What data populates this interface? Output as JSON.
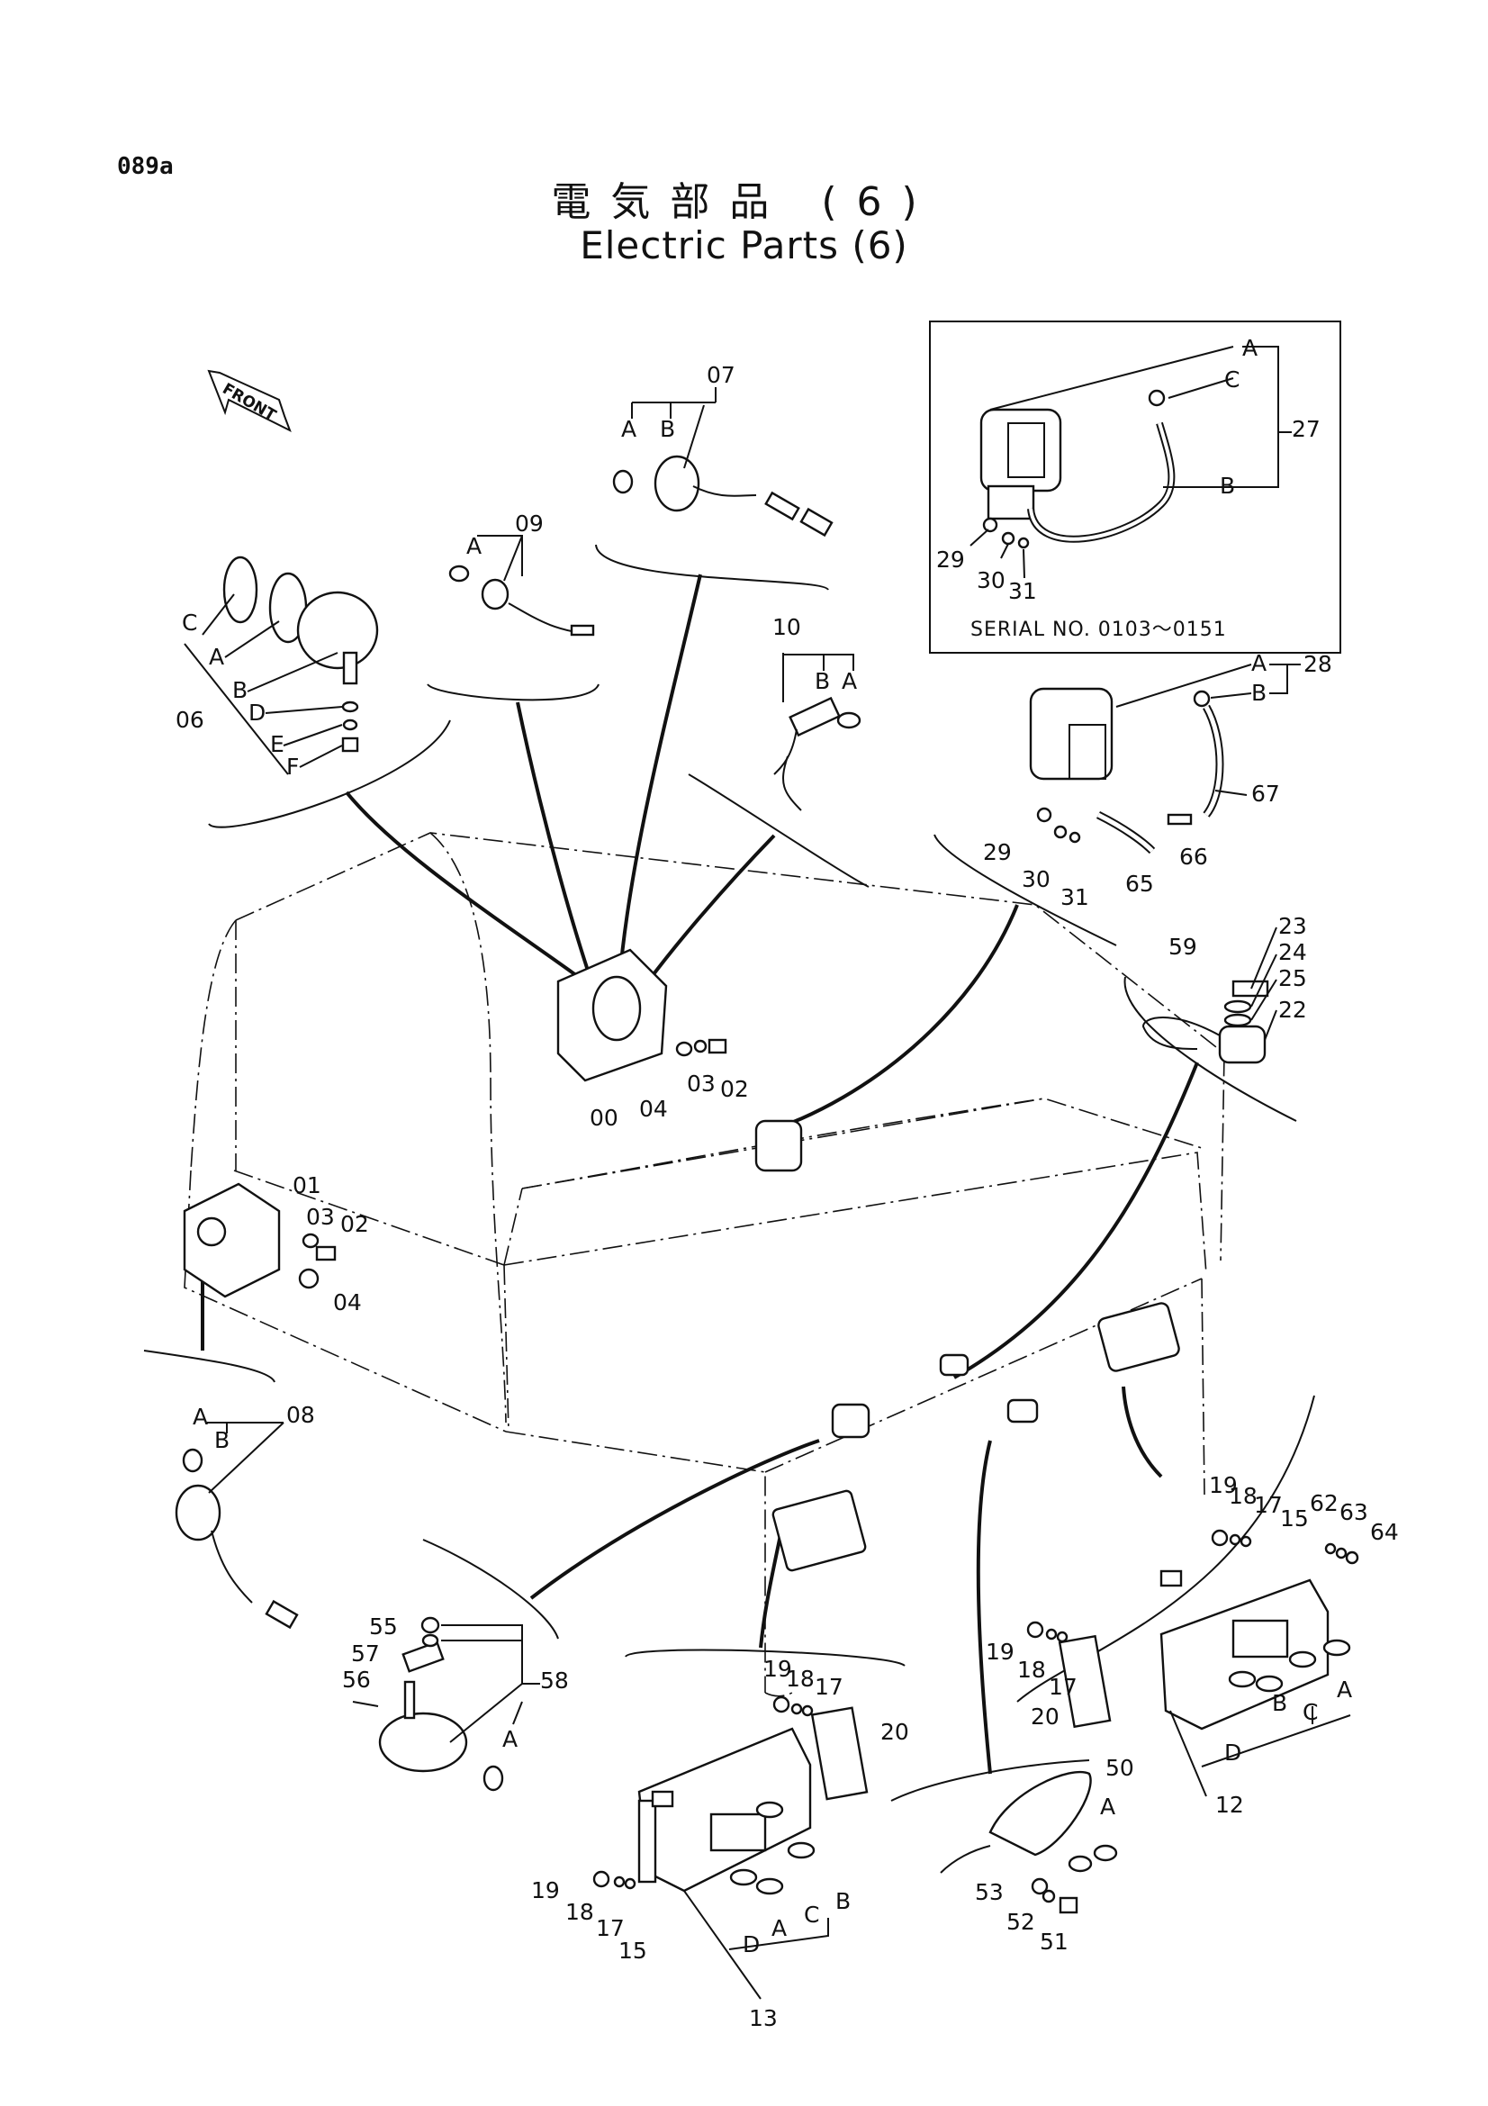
{
  "page_code": "089a",
  "title_jp": "電気部品 (6)",
  "title_en": "Electric Parts (6)",
  "front_label": "FRONT",
  "serial_note": "SERIAL NO. 0103～0151",
  "labels": {
    "p00": "00",
    "p01": "01",
    "p02a": "02",
    "p02b": "02",
    "p03a": "03",
    "p03b": "03",
    "p04a": "04",
    "p04b": "04",
    "p06": "06",
    "p07": "07",
    "p08": "08",
    "p09": "09",
    "p10": "10",
    "p12": "12",
    "p13": "13",
    "p15a": "15",
    "p15b": "15",
    "p17a": "17",
    "p17b": "17",
    "p17c": "17",
    "p18a": "18",
    "p18b": "18",
    "p18c": "18",
    "p18d": "18",
    "p19a": "19",
    "p19b": "19",
    "p19c": "19",
    "p19d": "19",
    "p20a": "20",
    "p20b": "20",
    "p22": "22",
    "p23": "23",
    "p24": "24",
    "p25": "25",
    "p27": "27",
    "p28": "28",
    "p29a": "29",
    "p29b": "29",
    "p30a": "30",
    "p30b": "30",
    "p31a": "31",
    "p31b": "31",
    "p50": "50",
    "p51": "51",
    "p52": "52",
    "p53": "53",
    "p55": "55",
    "p56": "56",
    "p57": "57",
    "p58": "58",
    "p59": "59",
    "p62": "62",
    "p63": "63",
    "p64": "64",
    "p65": "65",
    "p66": "66",
    "p67": "67",
    "A": "A",
    "B": "B",
    "C": "C",
    "D": "D",
    "E": "E",
    "F": "F"
  }
}
